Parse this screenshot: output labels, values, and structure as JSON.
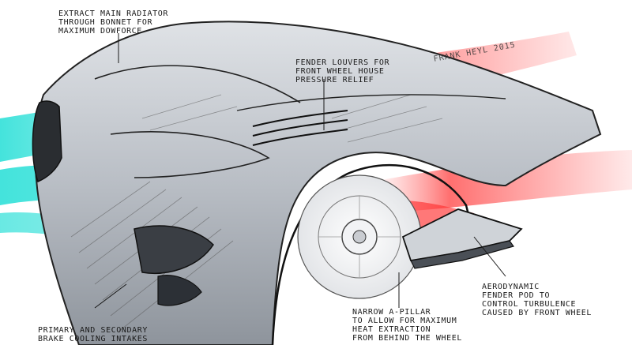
{
  "annotations": {
    "radiator": [
      "EXTRACT MAIN RADIATOR",
      "THROUGH BONNET FOR",
      "MAXIMUM DOWFORCE"
    ],
    "fender_louvers": [
      "FENDER LOUVERS FOR",
      "FRONT WHEEL HOUSE",
      "PRESSURE RELIEF"
    ],
    "a_pillar": [
      "NARROW A-PILLAR",
      "TO ALLOW FOR MAXIMUM",
      "HEAT EXTRACTION",
      "FROM BEHIND THE WHEEL"
    ],
    "fender_pod": [
      "AERODYNAMIC",
      "FENDER POD TO",
      "CONTROL TURBULENCE",
      "CAUSED BY FRONT WHEEL"
    ],
    "brake_intakes": [
      "PRIMARY AND SECONDARY",
      "BRAKE COOLING INTAKES"
    ]
  },
  "signature": "FRANK HEYL 2015",
  "colors": {
    "hot_air": "#ff2a2a",
    "cool_air": "#2fe0d8",
    "ink": "#1a1a1a",
    "body_shade": "#9aa0a8"
  }
}
